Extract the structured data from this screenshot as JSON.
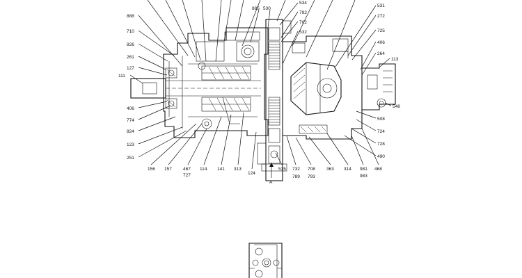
{
  "diagram": {
    "labels": {
      "l888": "888",
      "l710": "710",
      "l826": "826",
      "l261": "261",
      "l127": "127",
      "l111": "111",
      "l406a": "406",
      "l774": "774",
      "l824": "824",
      "l123": "123",
      "l251": "251",
      "l156": "156",
      "l157": "157",
      "l467": "467",
      "l727": "727",
      "l114": "114",
      "l141": "141",
      "l313": "313",
      "l124": "124",
      "l885": "885",
      "l530": "530",
      "l534": "534",
      "l792": "792",
      "l702": "702",
      "l532": "532",
      "l535": "535",
      "l732": "732",
      "l789": "789",
      "l708": "708",
      "l793": "793",
      "l363": "363",
      "l314": "314",
      "l981": "981",
      "l983": "983",
      "l468": "468",
      "l531": "531",
      "l272": "272",
      "l725": "725",
      "l406b": "406",
      "l264": "264",
      "l113": "113",
      "l548": "548",
      "l508": "508",
      "l724": "724",
      "l728": "728",
      "l490": "490",
      "lA": "A"
    }
  }
}
